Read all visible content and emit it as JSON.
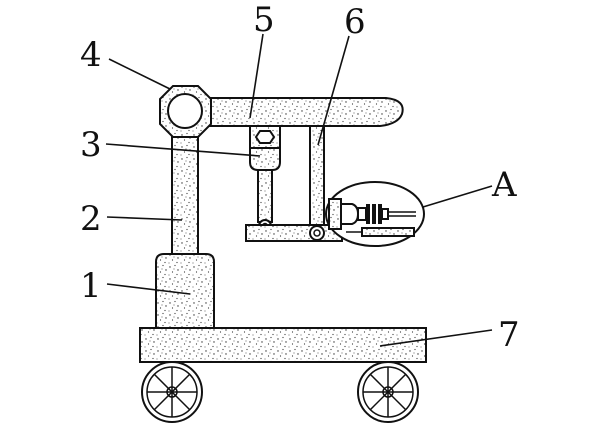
{
  "diagram": {
    "labels": {
      "l1": "1",
      "l2": "2",
      "l3": "3",
      "l4": "4",
      "l5": "5",
      "l6": "6",
      "l7": "7",
      "lA": "A"
    },
    "colors": {
      "stroke": "#111111",
      "fill": "#ffffff",
      "speckle": "#333333"
    }
  }
}
